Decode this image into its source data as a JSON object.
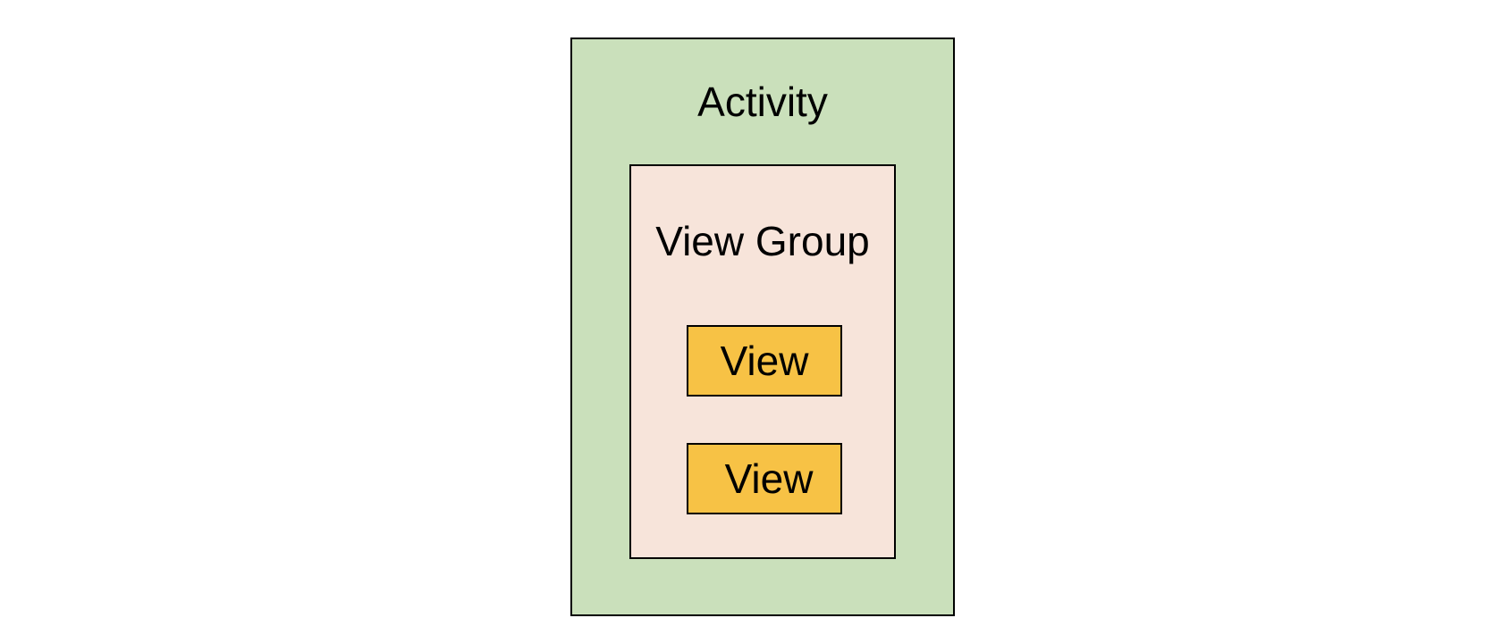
{
  "diagram": {
    "activity": {
      "label": "Activity",
      "fill": "#cae0bb"
    },
    "view_group": {
      "label": "View Group",
      "fill": "#f7e4da"
    },
    "views": [
      {
        "label": "View",
        "fill": "#f7c245"
      },
      {
        "label": "View",
        "fill": "#f7c245"
      }
    ]
  }
}
